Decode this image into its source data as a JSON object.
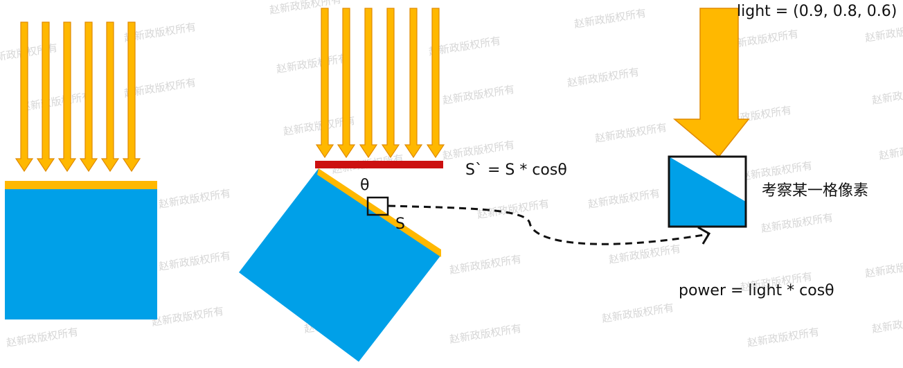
{
  "colors": {
    "arrow_fill": "#FFB800",
    "arrow_stroke": "#E08A00",
    "surface_blue": "#00A0E8",
    "lit_edge": "#FFB800",
    "projection_red": "#CC1010",
    "outline": "#111111",
    "watermark": "#D6D6D6"
  },
  "labels": {
    "projection_formula": "S` = S * cosθ",
    "theta": "θ",
    "surface_s": "S",
    "light_value": "light = (0.9, 0.8, 0.6)",
    "pixel_caption": "考察某一格像素",
    "power_formula": "power = light * cosθ"
  },
  "watermark": "赵新政版权所有",
  "icons": {
    "light_ray": "down-arrow-icon",
    "big_light": "big-down-arrow-icon",
    "connector": "dashed-curve-arrow-icon"
  }
}
